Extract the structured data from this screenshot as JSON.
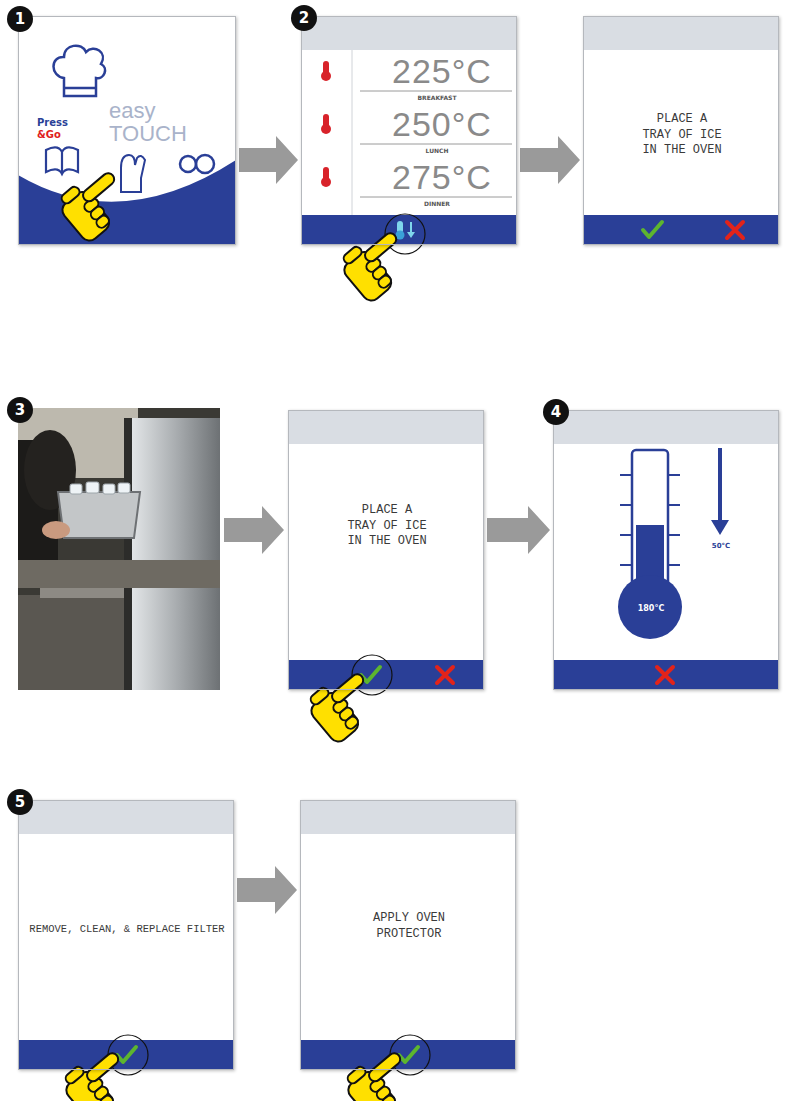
{
  "diagram": {
    "nodes": [
      {
        "text": [
          "Press &Go",
          "easy TOUCH"
        ]
      },
      {
        "text": [
          "225°C",
          "BREAKFAST",
          "250°C",
          "LUNCH",
          "275°C",
          "DINNER"
        ]
      },
      {
        "text": [
          "PLACE A TRAY OF ICE IN THE OVEN"
        ]
      },
      {
        "text": [
          "PLACE A TRAY OF ICE IN THE OVEN"
        ]
      },
      {
        "text": [
          "180°C",
          "50°C"
        ]
      },
      {
        "text": [
          "REMOVE, CLEAN, & REPLACE FILTER"
        ]
      },
      {
        "text": [
          "APPLY OVEN PROTECTOR"
        ]
      }
    ],
    "edges": [
      {
        "from": 0,
        "to": 1,
        "arrow": "to"
      },
      {
        "from": 1,
        "to": 2,
        "arrow": "to"
      },
      {
        "from": 3,
        "to": 4,
        "arrow": "to"
      },
      {
        "from": 5,
        "to": 6,
        "arrow": "to"
      }
    ],
    "labels": [
      "1",
      "2",
      "3",
      "4",
      "5"
    ]
  }
}
